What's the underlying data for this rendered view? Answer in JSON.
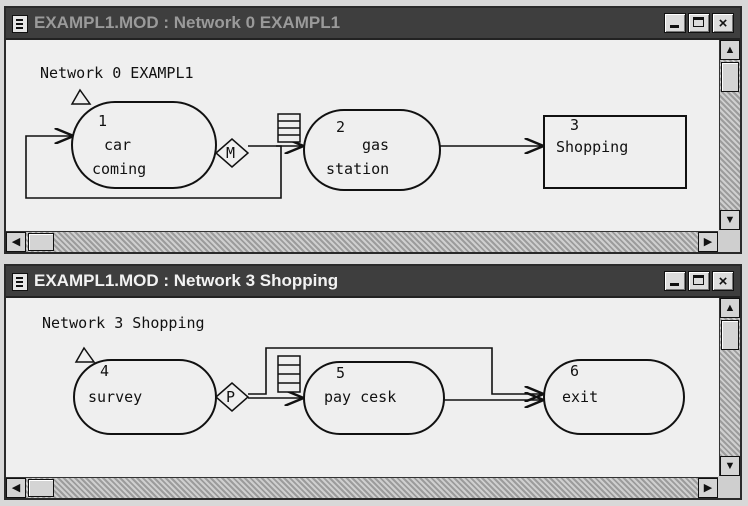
{
  "windows": [
    {
      "title": "EXAMPL1.MOD : Network 0 EXAMPL1",
      "header": "Network 0 EXAMPL1",
      "nodes": [
        {
          "num": "1",
          "label1": "car",
          "label2": "coming"
        },
        {
          "num": "2",
          "label1": "gas",
          "label2": "station"
        },
        {
          "num": "3",
          "label1": "Shopping"
        }
      ],
      "connector": "M"
    },
    {
      "title": "EXAMPL1.MOD : Network 3 Shopping",
      "header": "Network 3 Shopping",
      "nodes": [
        {
          "num": "4",
          "label1": "survey"
        },
        {
          "num": "5",
          "label1": "pay cesk"
        },
        {
          "num": "6",
          "label1": "exit"
        }
      ],
      "connector": "P"
    }
  ],
  "title_buttons": {
    "minimize": "",
    "maximize": "",
    "close": "×"
  },
  "scroll_arrows": {
    "up": "▲",
    "down": "▼",
    "left": "◀",
    "right": "▶"
  }
}
